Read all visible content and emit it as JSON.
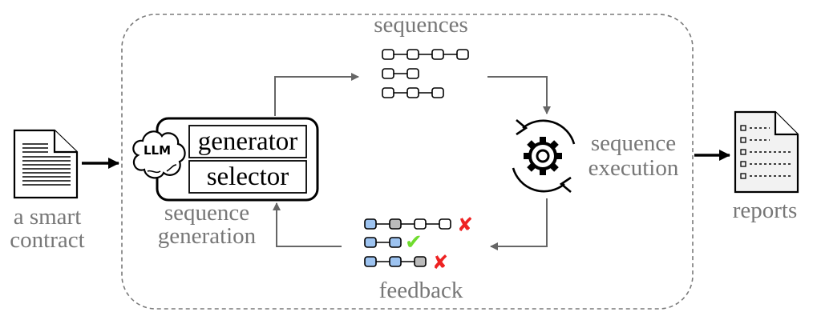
{
  "input": {
    "label_line1": "a smart",
    "label_line2": "contract"
  },
  "output": {
    "label": "reports"
  },
  "generation": {
    "llm_label": "LLM",
    "generator_label": "generator",
    "selector_label": "selector",
    "caption_line1": "sequence",
    "caption_line2": "generation"
  },
  "sequences": {
    "label": "sequences"
  },
  "execution": {
    "label_line1": "sequence",
    "label_line2": "execution"
  },
  "feedback": {
    "label": "feedback",
    "fail_mark": "✘",
    "pass_mark": "✔"
  },
  "colors": {
    "accent_blue": "#9dc3f0",
    "node_gray": "#bbbbbb",
    "fail_red": "#ee2222",
    "pass_green": "#6fdc2e",
    "label_gray": "#777777"
  }
}
